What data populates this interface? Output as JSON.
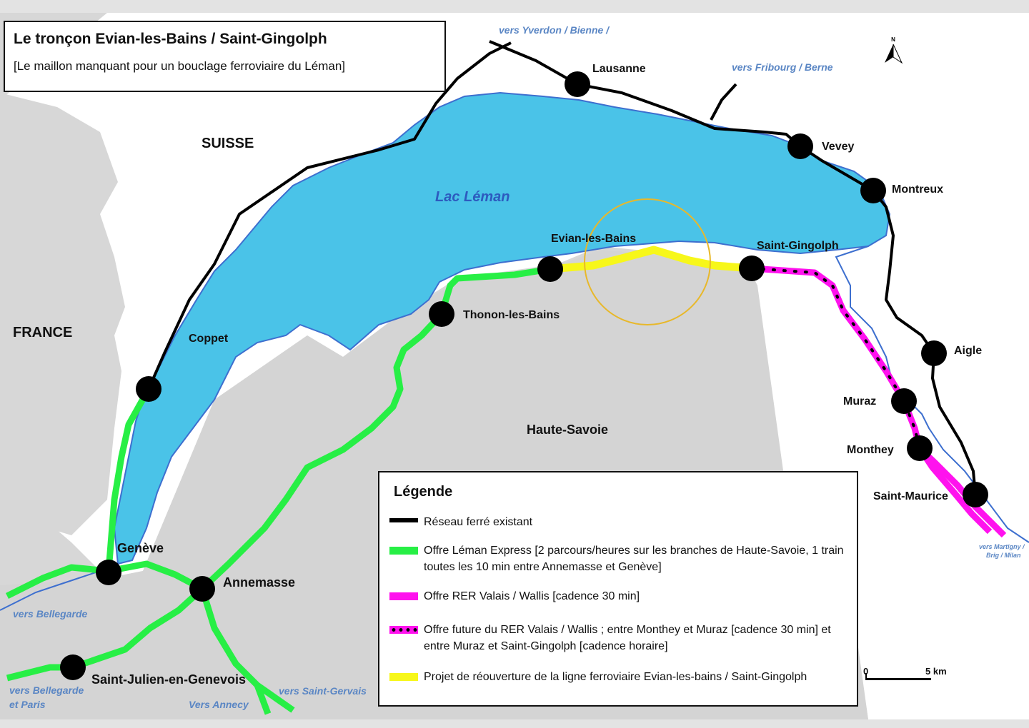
{
  "title": {
    "main": "Le tronçon Evian-les-Bains / Saint-Gingolph",
    "subtitle": "[Le maillon manquant pour un bouclage ferroviaire du Léman]"
  },
  "north_label": "N",
  "regions": {
    "suisse": "SUISSE",
    "france": "FRANCE",
    "haute_savoie": "Haute-Savoie",
    "lake": "Lac Léman"
  },
  "stations": {
    "lausanne": "Lausanne",
    "vevey": "Vevey",
    "montreux": "Montreux",
    "aigle": "Aigle",
    "muraz": "Muraz",
    "monthey": "Monthey",
    "saint_maurice": "Saint-Maurice",
    "saint_gingolph": "Saint-Gingolph",
    "evian": "Evian-les-Bains",
    "thonon": "Thonon-les-Bains",
    "coppet": "Coppet",
    "geneve": "Genève",
    "annemasse": "Annemasse",
    "saint_julien": "Saint-Julien-en-Genevois"
  },
  "directions": {
    "yverdon": "vers Yverdon / Bienne /",
    "fribourg": "vers Fribourg / Berne",
    "martigny_1": "vers Martigny /",
    "martigny_2": "Brig / Milan",
    "bellegarde": "vers Bellegarde",
    "bellegarde_paris_1": "vers Bellegarde",
    "bellegarde_paris_2": "et Paris",
    "annecy": "Vers Annecy",
    "saint_gervais": "vers Saint-Gervais"
  },
  "legend": {
    "title": "Légende",
    "items": [
      "Réseau ferré existant",
      "Offre Léman Express [2 parcours/heures sur les branches de Haute-Savoie, 1 train toutes les 10 min entre Annemasse et Genève]",
      "Offre RER Valais / Wallis [cadence 30 min]",
      "Offre future du RER Valais / Wallis ; entre Monthey et Muraz [cadence 30 min] et entre Muraz et Saint-Gingolph [cadence horaire]",
      "Projet de réouverture de la ligne ferroviaire Evian-les-bains / Saint-Gingolph"
    ]
  },
  "scale": {
    "zero": "0",
    "five": "5 km"
  },
  "colors": {
    "lake": "#4ac3e8",
    "lake_outline": "#3d6fcf",
    "existing_rail": "#000000",
    "leman_express": "#27ef45",
    "rer_valais": "#ff12ee",
    "reopening_project": "#f7f71a",
    "highlight_circle": "#e8b82a",
    "france_land": "#d4d4d4",
    "switzerland_land": "#ffffff"
  }
}
